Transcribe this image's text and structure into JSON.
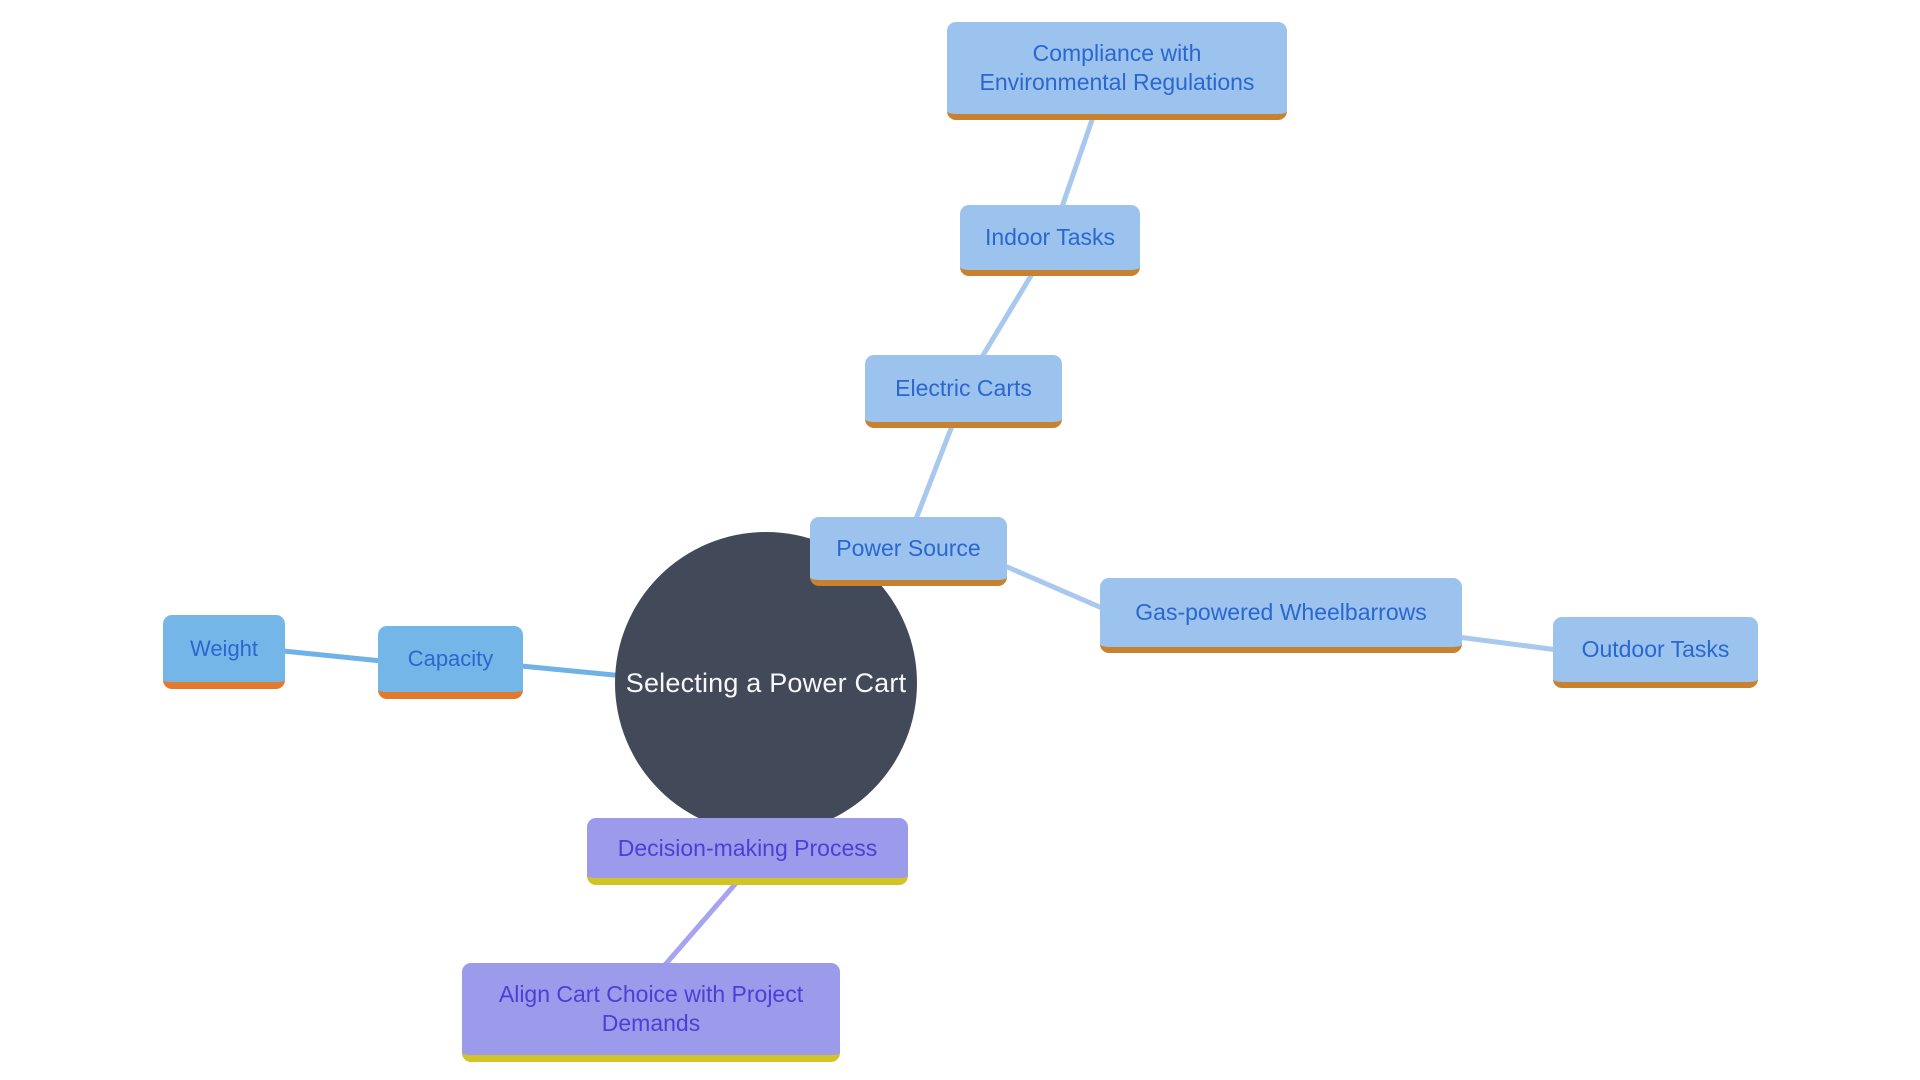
{
  "diagram": {
    "type": "mindmap",
    "center": {
      "label": "Selecting a Power Cart"
    },
    "nodes": {
      "power_source": {
        "label": "Power Source"
      },
      "electric_carts": {
        "label": "Electric Carts"
      },
      "indoor_tasks": {
        "label": "Indoor Tasks"
      },
      "compliance": {
        "label": "Compliance with Environmental Regulations"
      },
      "gas_wheelbarrows": {
        "label": "Gas-powered Wheelbarrows"
      },
      "outdoor_tasks": {
        "label": "Outdoor Tasks"
      },
      "capacity": {
        "label": "Capacity"
      },
      "weight": {
        "label": "Weight"
      },
      "decision_process": {
        "label": "Decision-making Process"
      },
      "align_cart": {
        "label": "Align Cart Choice with Project Demands"
      }
    },
    "connections": [
      [
        "Selecting a Power Cart",
        "Power Source"
      ],
      [
        "Power Source",
        "Electric Carts"
      ],
      [
        "Electric Carts",
        "Indoor Tasks"
      ],
      [
        "Indoor Tasks",
        "Compliance with Environmental Regulations"
      ],
      [
        "Power Source",
        "Gas-powered Wheelbarrows"
      ],
      [
        "Gas-powered Wheelbarrows",
        "Outdoor Tasks"
      ],
      [
        "Selecting a Power Cart",
        "Capacity"
      ],
      [
        "Capacity",
        "Weight"
      ],
      [
        "Selecting a Power Cart",
        "Decision-making Process"
      ],
      [
        "Decision-making Process",
        "Align Cart Choice with Project Demands"
      ]
    ],
    "colors": {
      "center-fill": "#424959",
      "center-text": "#f7f8fa",
      "node-blue": "#9cc2ee",
      "node-blue-strong": "#75b6e9",
      "text-blue": "#2a67cf",
      "underline-orange": "#c8822f",
      "underline-orange-bright": "#e2792c",
      "node-purple": "#9c9aeb",
      "text-purple": "#4c3fd5",
      "underline-yellow": "#d2c426",
      "edge-blue": "#a8c8ee",
      "edge-blue-strong": "#70b2e6",
      "edge-purple": "#a6a4f0"
    }
  }
}
